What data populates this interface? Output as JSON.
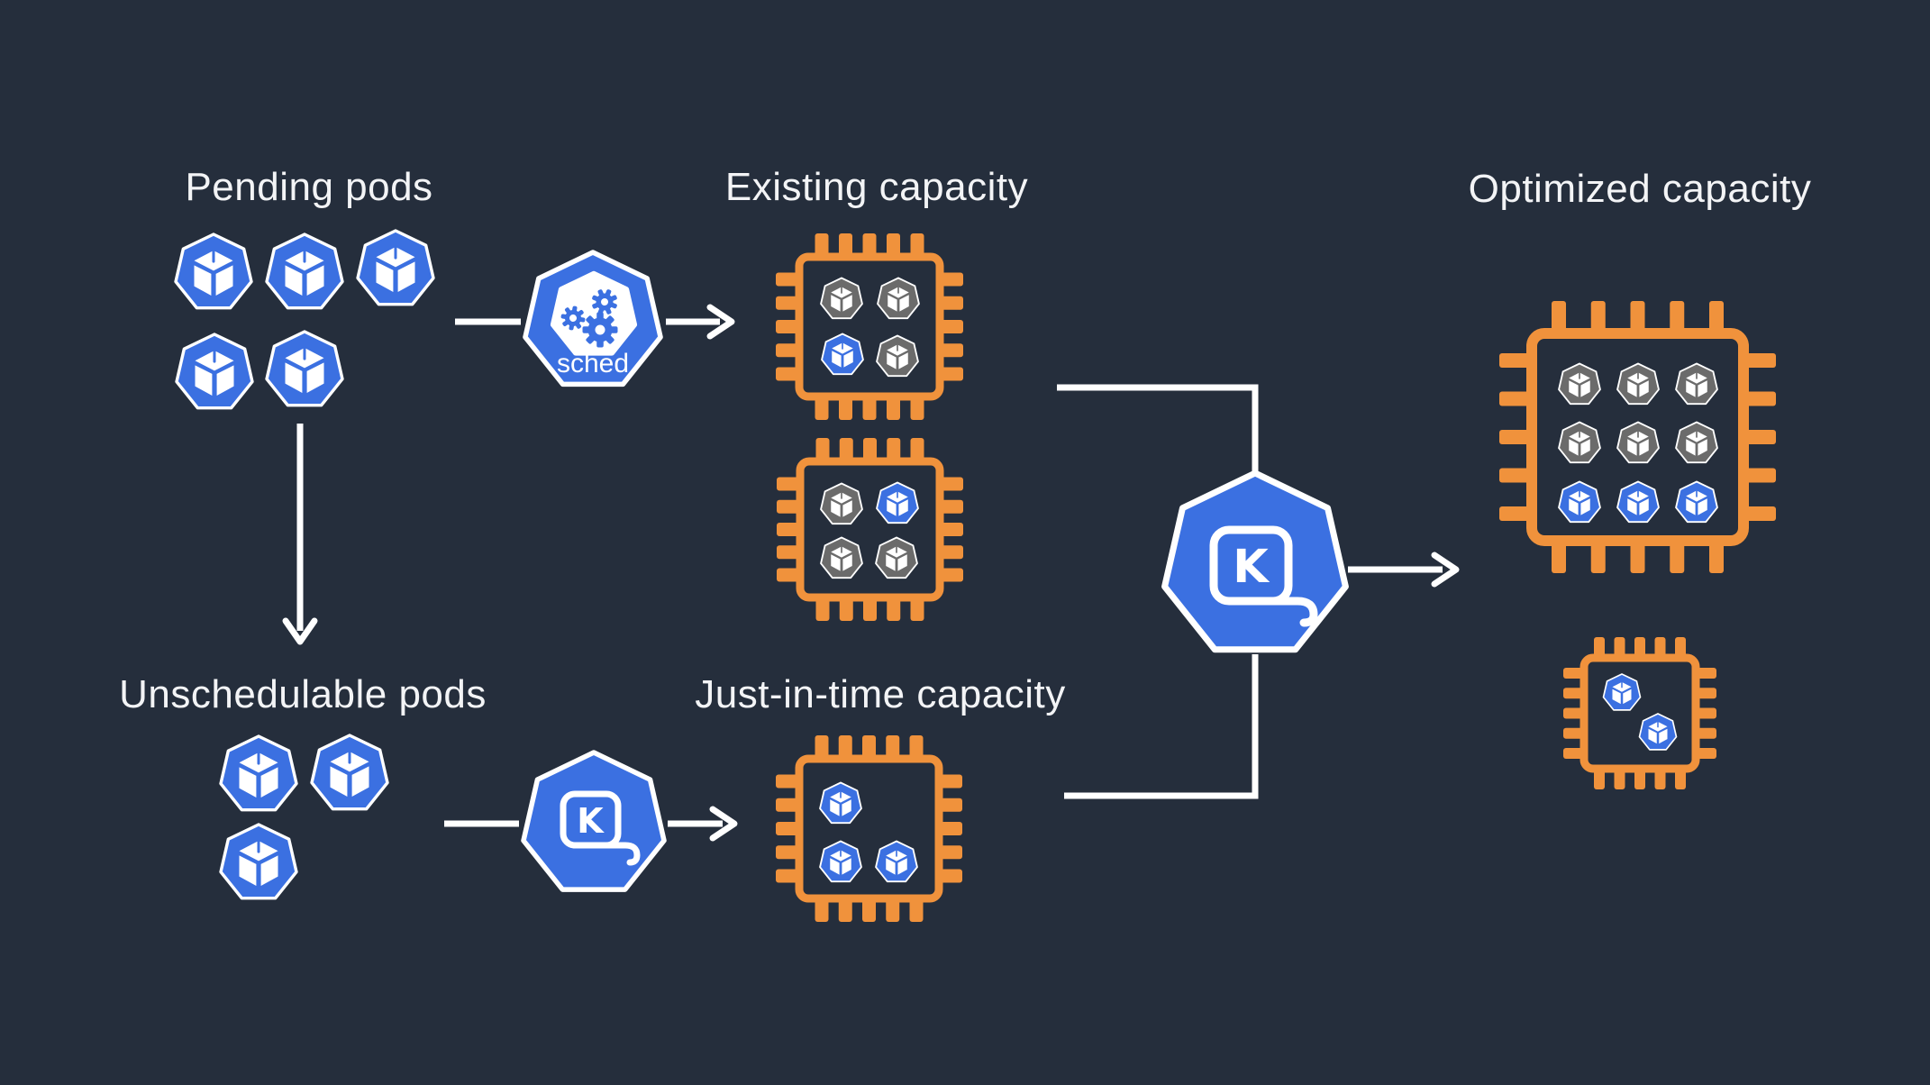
{
  "colors": {
    "background": "#252E3C",
    "orange": "#F0923C",
    "blue": "#3B70E1",
    "gray": "#6B6B6B",
    "line": "#FFFFFF",
    "text": "#F3F4F6"
  },
  "nodes": {
    "pending_pods": {
      "label": "Pending pods",
      "pods": [
        "blue",
        "blue",
        "blue",
        "blue",
        "blue"
      ]
    },
    "scheduler": {
      "icon": "kube-scheduler-icon",
      "label": "sched"
    },
    "existing_capacity": {
      "label": "Existing capacity",
      "chips": [
        {
          "pods": [
            "gray",
            "gray",
            "blue",
            "gray"
          ]
        },
        {
          "pods": [
            "gray",
            "blue",
            "gray",
            "gray"
          ]
        }
      ]
    },
    "unschedulable_pods": {
      "label": "Unschedulable pods",
      "pods": [
        "blue",
        "blue",
        "blue"
      ]
    },
    "karpenter_small": {
      "icon": "karpenter-icon",
      "letter": "K"
    },
    "karpenter_large": {
      "icon": "karpenter-icon",
      "letter": "K"
    },
    "just_in_time_capacity": {
      "label": "Just-in-time capacity",
      "chips": [
        {
          "pods": [
            "blue",
            "blue",
            "blue"
          ]
        }
      ]
    },
    "optimized_capacity": {
      "label": "Optimized capacity",
      "chips": [
        {
          "pods": [
            "gray",
            "gray",
            "gray",
            "gray",
            "gray",
            "gray",
            "blue",
            "blue",
            "blue"
          ]
        },
        {
          "pods": [
            "blue",
            "blue"
          ]
        }
      ]
    }
  }
}
